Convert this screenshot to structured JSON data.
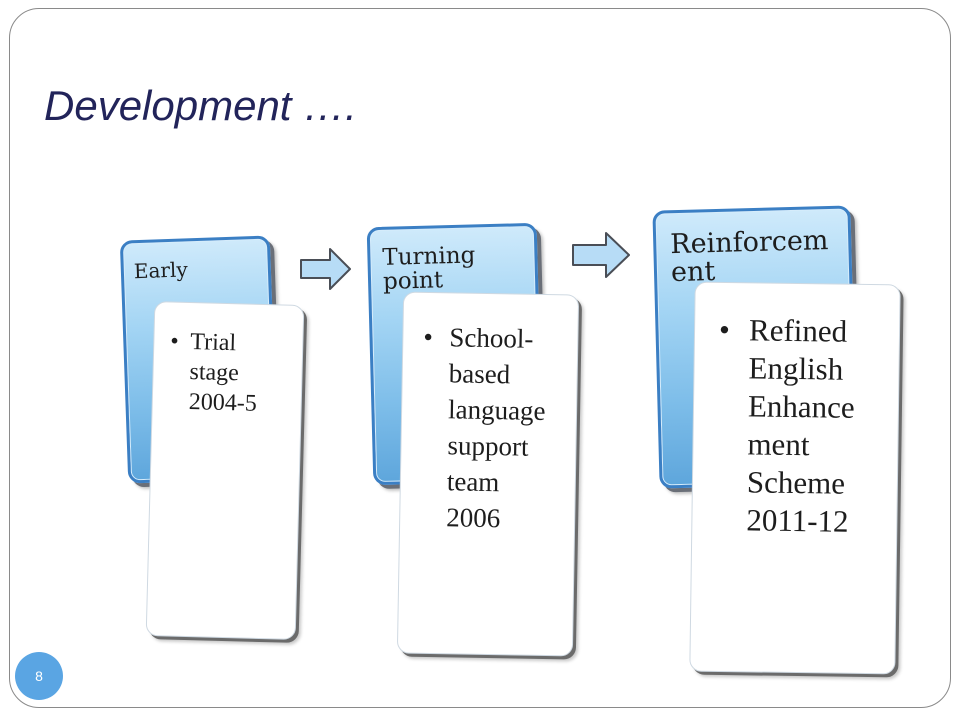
{
  "slide": {
    "title": "Development ….",
    "page_number": "8"
  },
  "stages": [
    {
      "label": "Early",
      "bullet": "•",
      "text": "Trial\nstage\n2004-5"
    },
    {
      "label": "Turning point",
      "bullet": "•",
      "text": "School-\nbased\nlanguage\nsupport\nteam\n2006"
    },
    {
      "label": "Reinforcement",
      "bullet": "•",
      "text": "Refined\nEnglish\nEnhance\nment\nScheme\n2011-12"
    }
  ],
  "colors": {
    "title": "#22245a",
    "stage_fill": "#7dbde9",
    "stage_border": "#3b7fc4",
    "arrow_fill": "#b7dcf6",
    "page_badge": "#5aa5e3"
  }
}
